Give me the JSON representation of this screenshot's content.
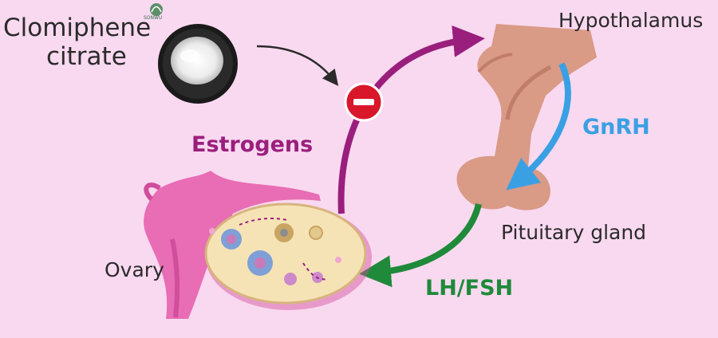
{
  "labels": {
    "drug_line1": "Clomiphene",
    "drug_line2": "citrate",
    "hypothalamus": "Hypothalamus",
    "gnrh": "GnRH",
    "estrogens": "Estrogens",
    "pituitary": "Pituitary gland",
    "ovary": "Ovary",
    "lh_fsh": "LH/FSH",
    "inhibit_symbol": "−"
  },
  "logo": {
    "text": "SONWU"
  },
  "colors": {
    "background": "#f9d9f0",
    "estrogen_arrow": "#9a1f7d",
    "gnrh_arrow": "#3aa0e4",
    "lhfsh_arrow": "#1e8a3a",
    "inhibit_circle": "#d9172b",
    "gland": "#d99a86",
    "ovary_tissue": "#e86db4",
    "ovary_body": "#f6e3b5"
  }
}
